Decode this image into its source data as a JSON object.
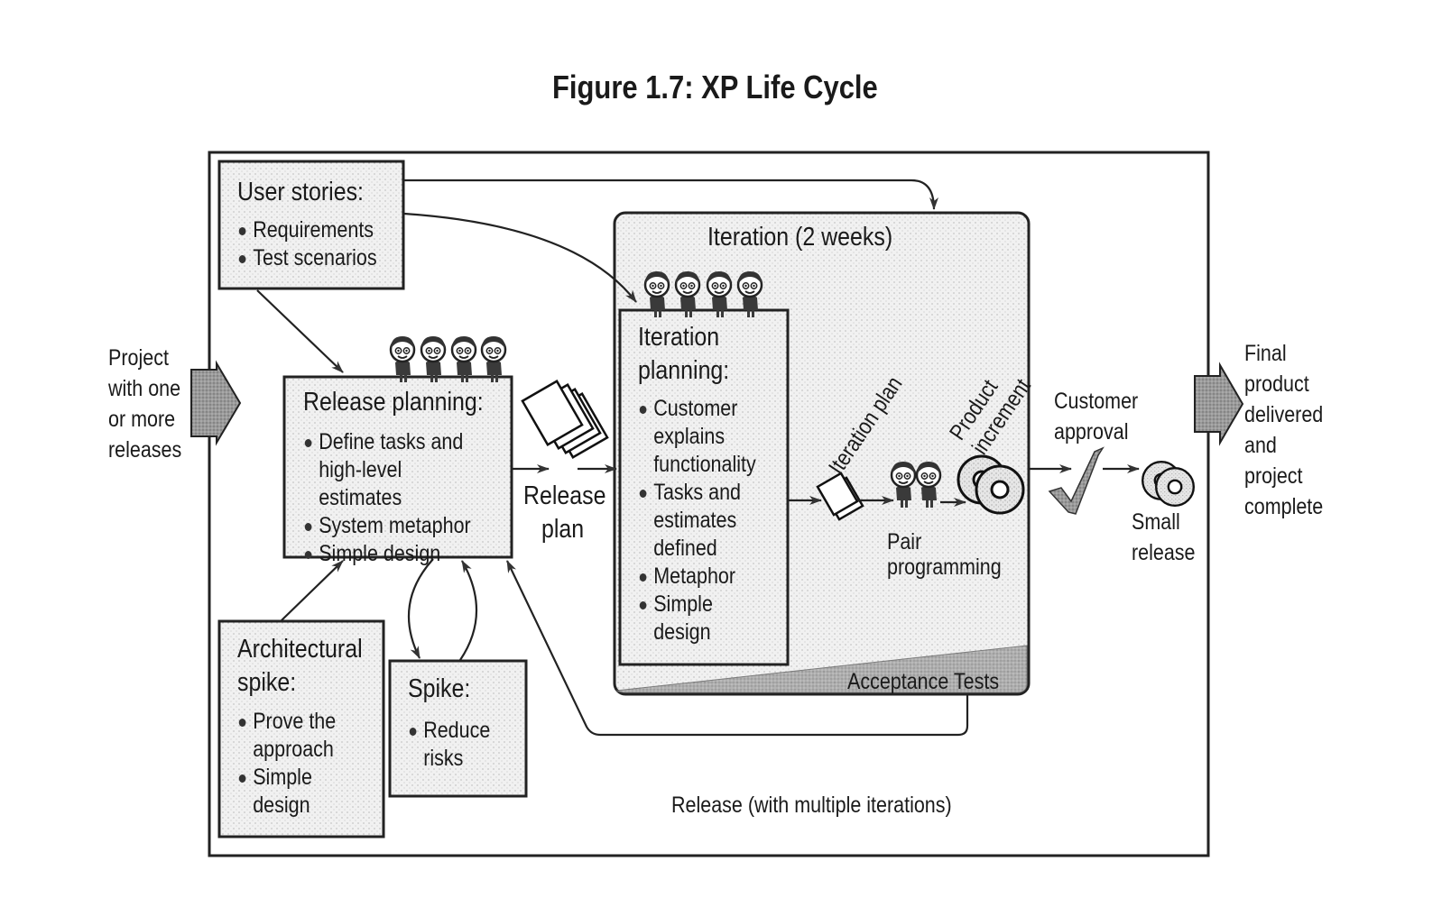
{
  "title": "Figure 1.7: XP Life Cycle",
  "input_label": "Project with one or more releases",
  "output_label": "Final product delivered and project complete",
  "release_container": {
    "label": "Release (with multiple iterations)"
  },
  "user_stories": {
    "heading": "User stories:",
    "bullets": [
      "Requirements",
      "Test scenarios"
    ]
  },
  "release_planning": {
    "heading": "Release planning:",
    "bullets": [
      "Define tasks and high-level estimates",
      "System metaphor",
      "Simple design"
    ]
  },
  "release_plan": {
    "label_line1": "Release",
    "label_line2": "plan"
  },
  "architectural_spike": {
    "heading_line1": "Architectural",
    "heading_line2": "spike:",
    "bullets": [
      "Prove the approach",
      "Simple design"
    ]
  },
  "spike": {
    "heading": "Spike:",
    "bullets": [
      "Reduce risks"
    ]
  },
  "iteration": {
    "title": "Iteration (2 weeks)",
    "planning": {
      "heading_line1": "Iteration",
      "heading_line2": "planning:",
      "bullets": [
        "Customer explains functionality",
        "Tasks and estimates defined",
        "Metaphor",
        "Simple design"
      ]
    },
    "iteration_plan_label": "Iteration plan",
    "product_increment_line1": "Product",
    "product_increment_line2": "increment",
    "pair_programming_line1": "Pair",
    "pair_programming_line2": "programming",
    "acceptance_tests": "Acceptance Tests"
  },
  "customer_approval": {
    "line1": "Customer",
    "line2": "approval"
  },
  "small_release": {
    "line1": "Small",
    "line2": "release"
  }
}
